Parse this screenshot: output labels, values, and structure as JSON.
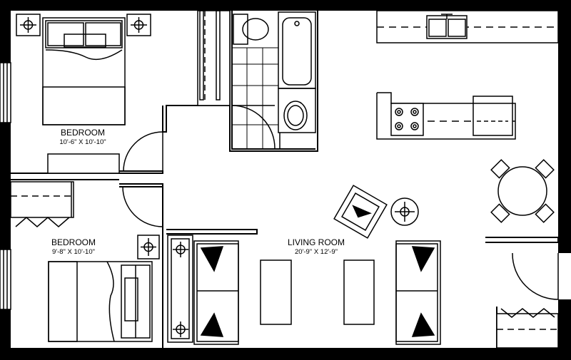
{
  "rooms": {
    "bedroom_1": {
      "name": "BEDROOM",
      "dimensions": "10'-6\" X 10'-10\""
    },
    "bedroom_2": {
      "name": "BEDROOM",
      "dimensions": "9'-8\" X 10'-10\""
    },
    "living_room": {
      "name": "LIVING ROOM",
      "dimensions": "20'-9\" X 12'-9\""
    }
  },
  "colors": {
    "wall": "#000000",
    "floor": "#ffffff",
    "line": "#000000"
  }
}
